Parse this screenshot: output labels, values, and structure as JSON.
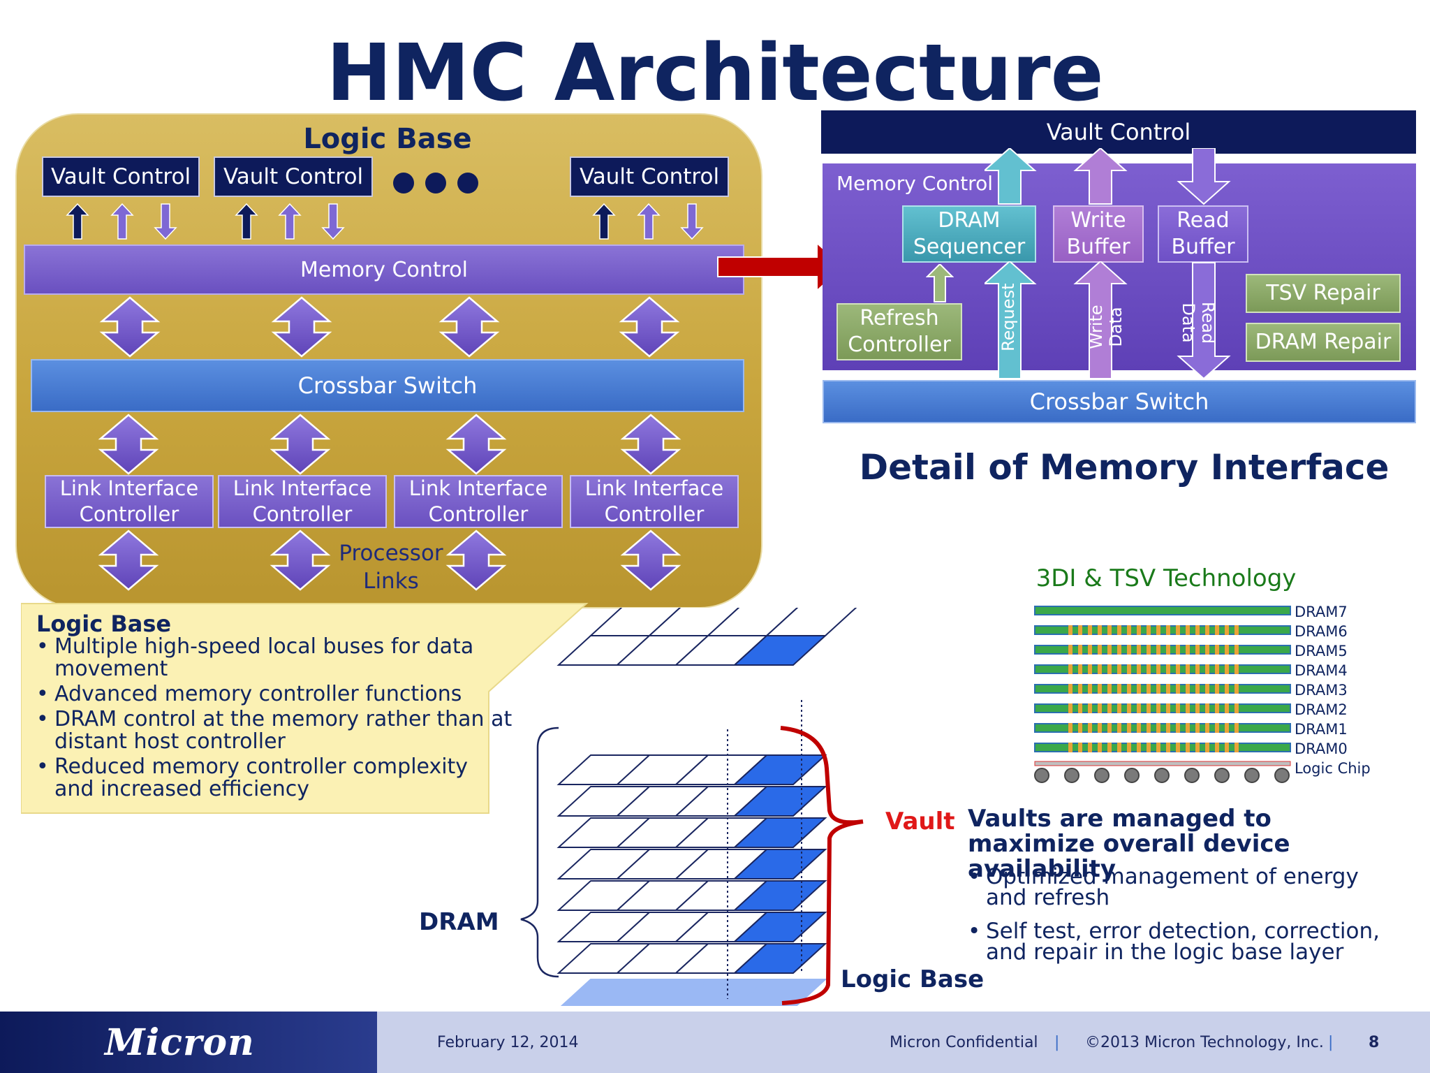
{
  "slide": {
    "title": "HMC Architecture"
  },
  "logic_base_diagram": {
    "title": "Logic Base",
    "vault_controls": [
      "Vault Control",
      "Vault Control",
      "Vault Control"
    ],
    "memory_control": "Memory Control",
    "crossbar": "Crossbar Switch",
    "link_controllers": [
      {
        "line1": "Link Interface",
        "line2": "Controller"
      },
      {
        "line1": "Link Interface",
        "line2": "Controller"
      },
      {
        "line1": "Link Interface",
        "line2": "Controller"
      },
      {
        "line1": "Link Interface",
        "line2": "Controller"
      }
    ],
    "processor_links": {
      "line1": "Processor",
      "line2": "Links"
    }
  },
  "callout": {
    "heading": "Logic Base",
    "bullets": [
      "Multiple high-speed local buses for data movement",
      "Advanced memory controller functions",
      "DRAM control at the memory rather than at distant host controller",
      "Reduced memory controller complexity and increased efficiency"
    ]
  },
  "memory_interface": {
    "vault_control": "Vault Control",
    "memory_control": "Memory Control",
    "dram_sequencer": {
      "line1": "DRAM",
      "line2": "Sequencer"
    },
    "write_buffer": {
      "line1": "Write",
      "line2": "Buffer"
    },
    "read_buffer": {
      "line1": "Read",
      "line2": "Buffer"
    },
    "refresh_controller": {
      "line1": "Refresh",
      "line2": "Controller"
    },
    "tsv_repair": "TSV Repair",
    "dram_repair": "DRAM Repair",
    "request": "Request",
    "write_data": "Write Data",
    "read_data": "Read Data",
    "crossbar": "Crossbar Switch",
    "caption": "Detail of Memory Interface"
  },
  "tsv": {
    "title": "3DI & TSV Technology",
    "layers": [
      "DRAM7",
      "DRAM6",
      "DRAM5",
      "DRAM4",
      "DRAM3",
      "DRAM2",
      "DRAM1",
      "DRAM0"
    ],
    "logic_chip": "Logic Chip"
  },
  "stack": {
    "vault": "Vault",
    "dram": "DRAM",
    "logic_base": "Logic Base"
  },
  "vaults": {
    "heading": "Vaults are managed to maximize overall device availability",
    "bullets": [
      "Optimized management of energy and refresh",
      "Self test, error detection, correction, and repair in the logic base layer"
    ]
  },
  "footer": {
    "logo": "Micron",
    "date": "February 12, 2014",
    "confidential": "Micron Confidential",
    "separator": "|",
    "copyright": "©2013 Micron Technology, Inc.",
    "page": "8"
  },
  "colors": {
    "navy": "#0f2460",
    "gold": "#c9a63e",
    "purple": "#6a50c0",
    "blue": "#3a6cc6",
    "red": "#c00000"
  }
}
